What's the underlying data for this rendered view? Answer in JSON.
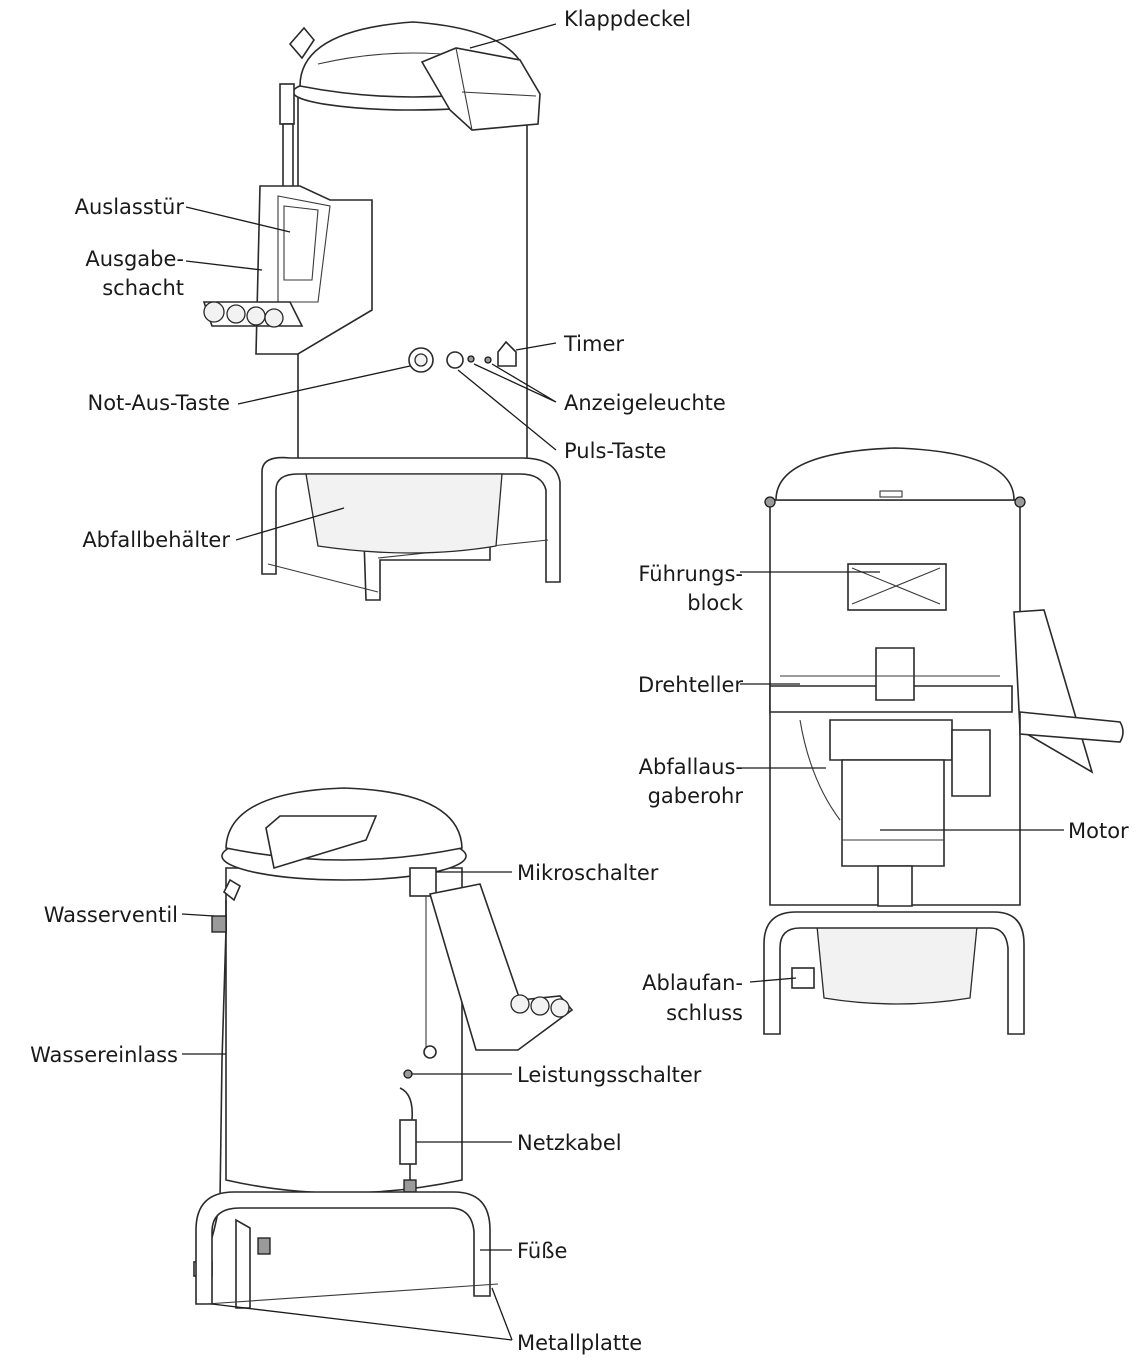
{
  "labels": {
    "klappdeckel": "Klappdeckel",
    "auslasstuer": "Auslasstür",
    "ausgabeschacht_1": "Ausgabe-",
    "ausgabeschacht_2": "schacht",
    "timer": "Timer",
    "not_aus_taste": "Not-Aus-Taste",
    "anzeigeleuchte": "Anzeigeleuchte",
    "puls_taste": "Puls-Taste",
    "abfallbehaelter": "Abfallbehälter",
    "fuehrungsblock_1": "Führungs-",
    "fuehrungsblock_2": "block",
    "drehteller": "Drehteller",
    "abfallausgaberohr_1": "Abfallaus-",
    "abfallausgaberohr_2": "gaberohr",
    "motor": "Motor",
    "ablaufanschluss_1": "Ablaufan-",
    "ablaufanschluss_2": "schluss",
    "mikroschalter": "Mikroschalter",
    "wasserventil": "Wasserventil",
    "wassereinlass": "Wassereinlass",
    "leistungsschalter": "Leistungsschalter",
    "netzkabel": "Netzkabel",
    "fuesse": "Füße",
    "metallplatte": "Metallplatte"
  }
}
